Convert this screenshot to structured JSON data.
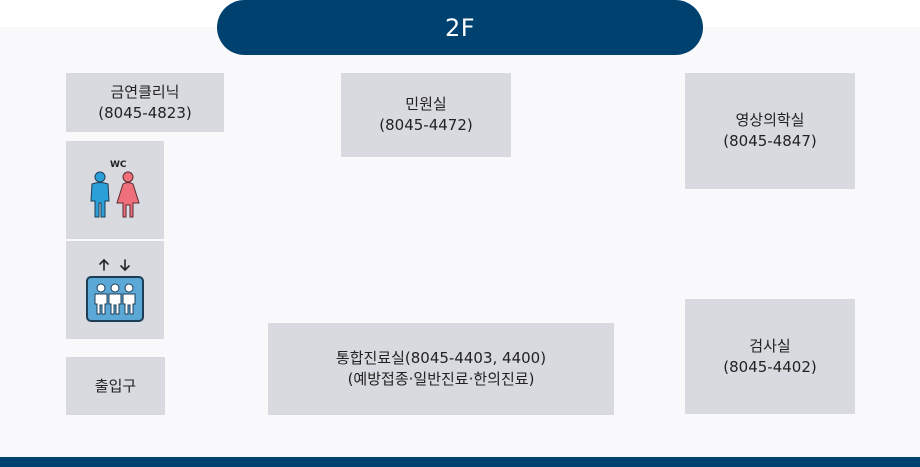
{
  "floor": {
    "label": "2F"
  },
  "rooms": {
    "smoking_clinic": {
      "name": "금연클리닉",
      "phone": "(8045-4823)"
    },
    "civil_affairs": {
      "name": "민원실",
      "phone": "(8045-4472)"
    },
    "radiology": {
      "name": "영상의학실",
      "phone": "(8045-4847)"
    },
    "integrated_care": {
      "name": "통합진료실(8045-4403, 4400)",
      "sub": "(예방접종·일반진료·한의진료)"
    },
    "exam_room": {
      "name": "검사실",
      "phone": "(8045-4402)"
    },
    "entrance": {
      "name": "출입구"
    }
  },
  "restroom": {
    "label": "WC",
    "icons": [
      "male-figure-icon",
      "female-figure-icon"
    ]
  },
  "elevator": {
    "icons": [
      "arrow-up-icon",
      "arrow-down-icon",
      "elevator-people-icon"
    ]
  },
  "colors": {
    "navy": "#00426f",
    "room_fill": "#d8dadf",
    "male": "#2b9fd8",
    "female": "#ef6f7a",
    "elevator_fill": "#5ba8d6"
  }
}
